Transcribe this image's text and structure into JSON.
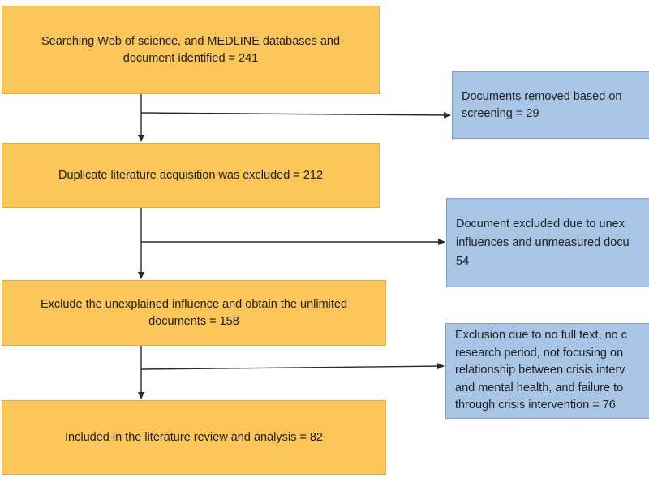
{
  "flow": {
    "step1": {
      "line1": "Searching Web of science, and MEDLINE databases and",
      "line2": "document identified = 241"
    },
    "step2": {
      "line1": "Duplicate literature acquisition was excluded = 212"
    },
    "step3": {
      "line1": "Exclude the unexplained influence and obtain the unlimited",
      "line2": "documents = 158"
    },
    "step4": {
      "line1": "Included in the literature review and analysis = 82"
    }
  },
  "exclusions": {
    "ex1": {
      "line1": "Documents removed based on",
      "line2": "screening = 29"
    },
    "ex2": {
      "line1": "Document excluded due to unex",
      "line2": "influences and unmeasured docu",
      "line3": "54"
    },
    "ex3": {
      "line1": "Exclusion due to no full text, no c",
      "line2": "research period, not focusing on",
      "line3": "relationship between crisis interv",
      "line4": "and mental health, and failure to",
      "line5": "through crisis intervention = 76"
    }
  },
  "colors": {
    "main_box": "#fac65a",
    "side_box": "#a9c5e6",
    "connector": "#2a2a2a"
  }
}
